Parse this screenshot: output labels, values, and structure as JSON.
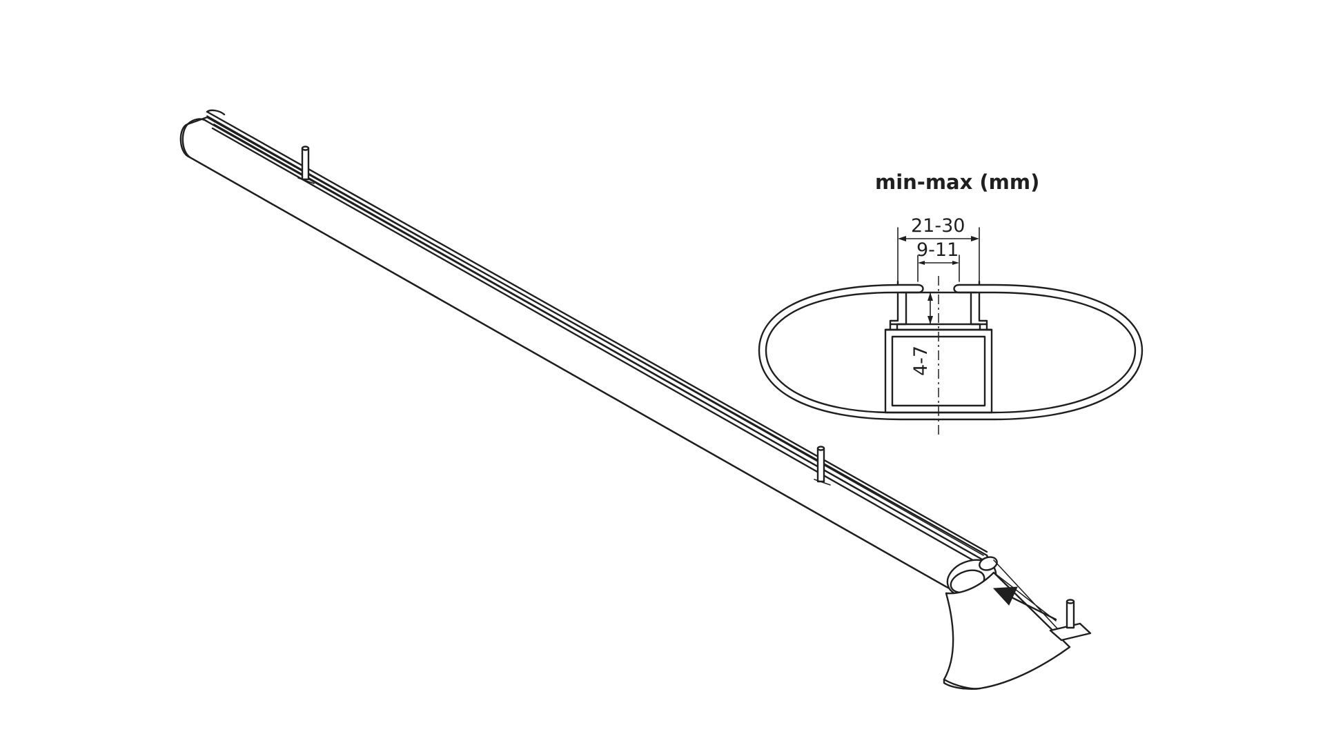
{
  "diagram": {
    "title": "min-max (mm)",
    "dimensions": {
      "outer_width": "21-30",
      "inner_width": "9-11",
      "depth": "4-7"
    },
    "colors": {
      "line": "#1f1f1f",
      "background": "#ffffff"
    },
    "icons": {
      "arrow": "insert-arrow-icon",
      "bolt": "t-bolt-icon"
    }
  }
}
